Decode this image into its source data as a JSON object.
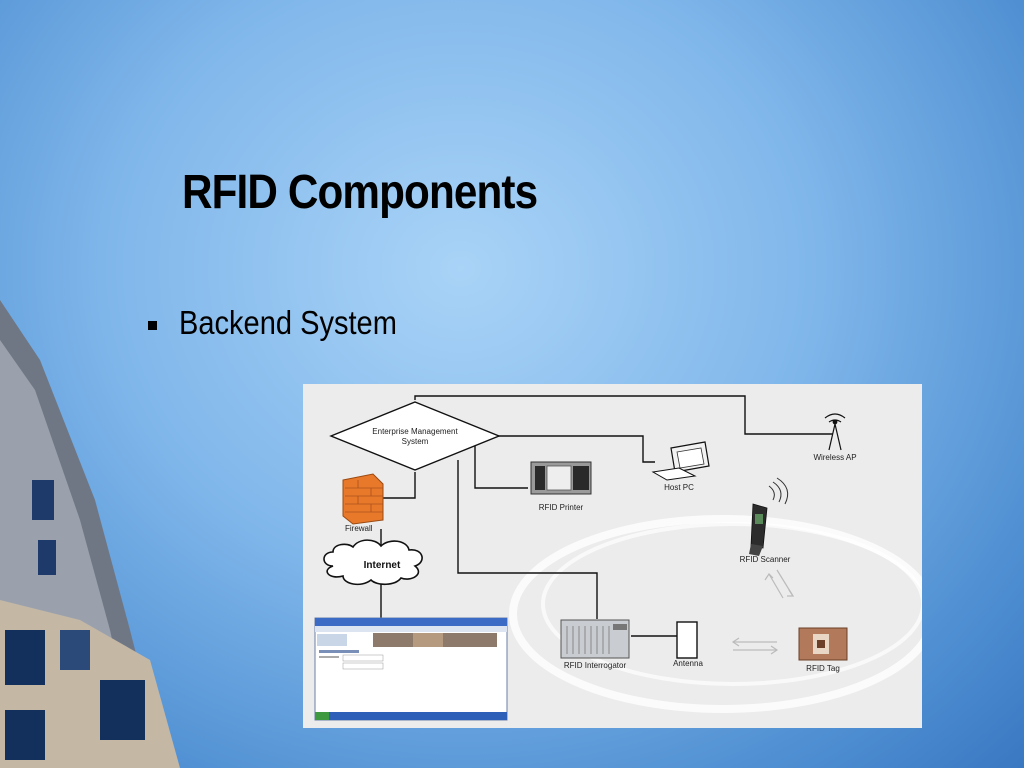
{
  "slide": {
    "title": "RFID Components",
    "bullets": [
      "Backend System"
    ]
  },
  "diagram": {
    "nodes": {
      "ems_line1": "Enterprise Management",
      "ems_line2": "System",
      "firewall": "Firewall",
      "internet": "Internet",
      "rfid_printer": "RFID Printer",
      "host_pc": "Host PC",
      "wireless_ap": "Wireless AP",
      "rfid_scanner": "RFID Scanner",
      "rfid_interrogator": "RFID Interrogator",
      "antenna": "Antenna",
      "rfid_tag": "RFID Tag"
    }
  },
  "colors": {
    "background": "#7fb6ea",
    "firewall": "#e8792b",
    "panel": "#ececec"
  }
}
